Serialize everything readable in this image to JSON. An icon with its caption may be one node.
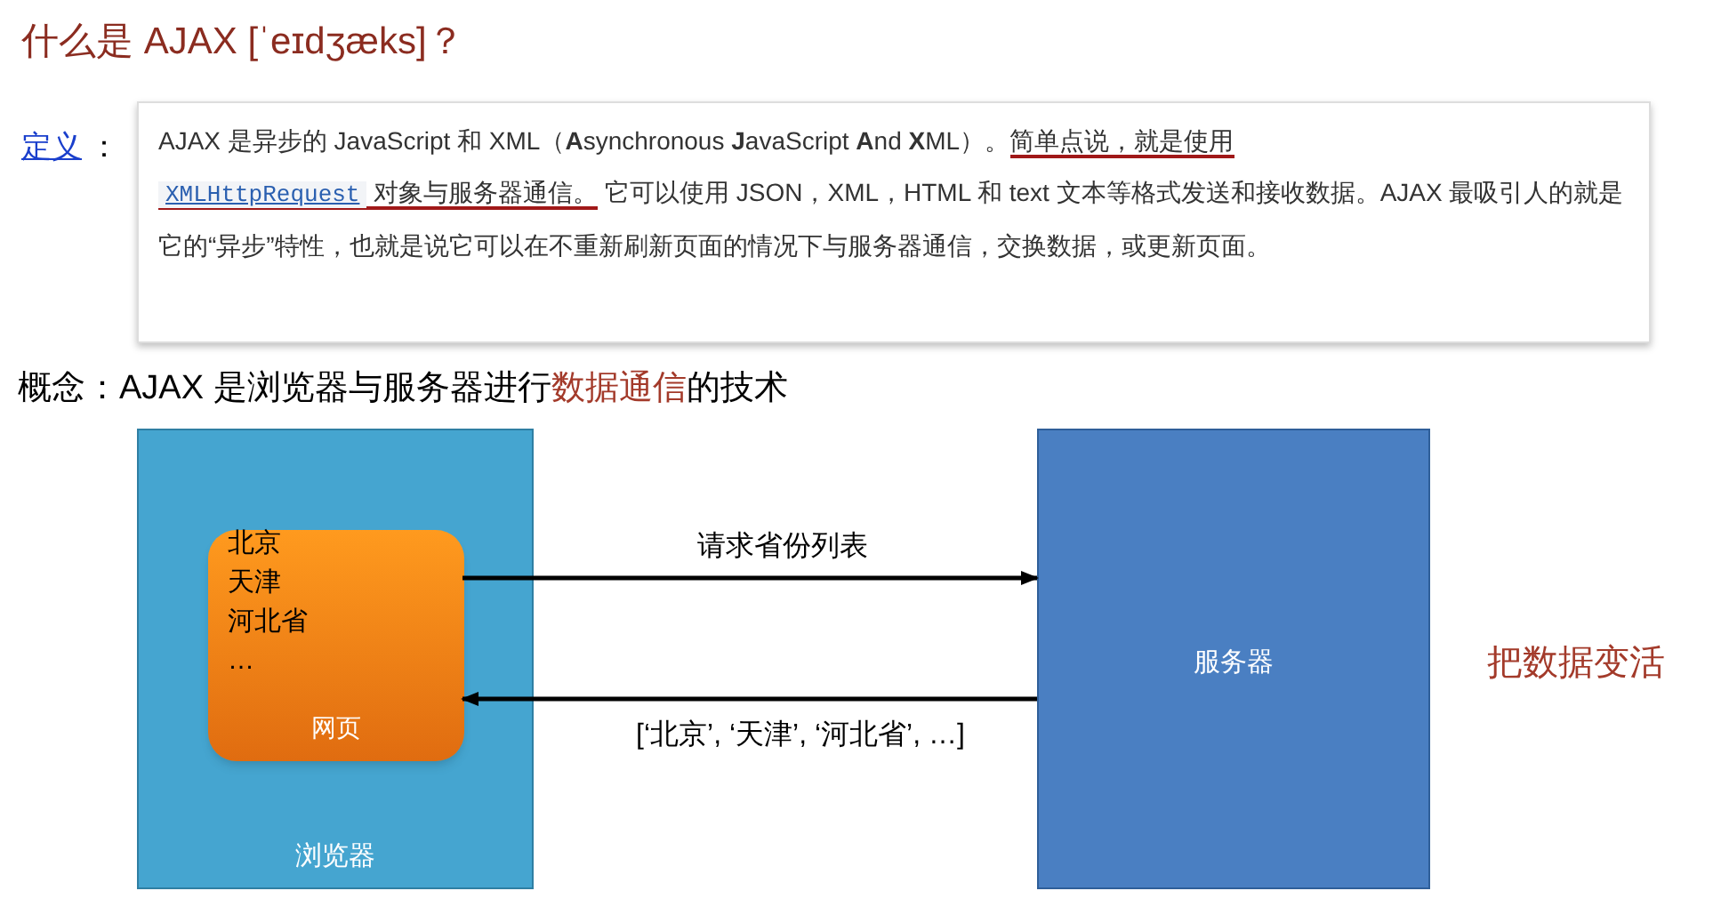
{
  "diagram": {
    "title": "什么是 AJAX [ˈeɪdʒæks]？",
    "nodes": [
      {
        "text": [
          "浏览器"
        ]
      },
      {
        "text": [
          "北京",
          "天津",
          "河北省",
          "…",
          "网页"
        ],
        "in": 0
      },
      {
        "text": [
          "服务器"
        ]
      }
    ],
    "edges": [
      {
        "from": 1,
        "to": 2,
        "arrow": "to",
        "label": "请求省份列表"
      },
      {
        "from": 2,
        "to": 1,
        "arrow": "to",
        "label": "[‘北京’, ‘天津’, ‘河北省’, …]"
      }
    ],
    "labels": [
      "定义",
      "：",
      "AJAX 是异步的 JavaScript 和 XML（**A**synchronous **J**avaScript **A**nd **X**ML）。",
      "简单点说，就是使用",
      "XMLHttpRequest",
      "对象与服务器通信。",
      "它可以使用 JSON，XML，HTML 和 text 文本等格式发送和接收数据。AJAX 最吸引人的就是它的“异步”特性，也就是说它可以在不重新刷新页面的情况下与服务器通信，交换数据，或更新页面。",
      "概念：AJAX 是浏览器与服务器进行**数据通信**的技术",
      "把数据变活"
    ]
  }
}
